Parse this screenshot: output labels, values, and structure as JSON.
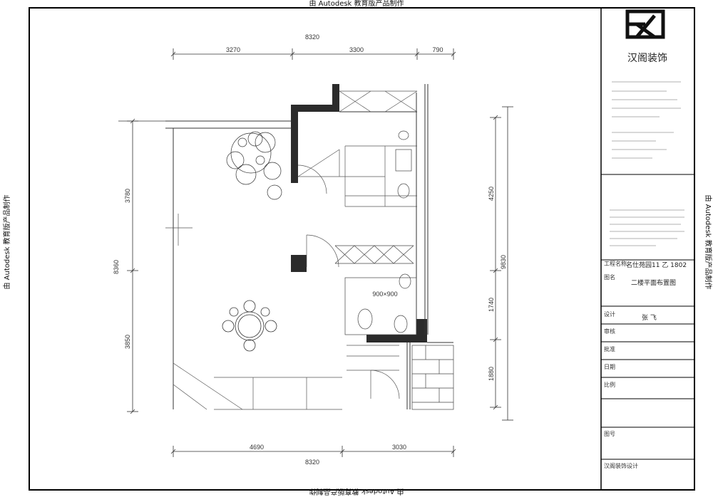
{
  "watermark": {
    "top": "由 Autodesk 教育版产品制作",
    "bottom": "由 Autodesk 教育版产品制作",
    "left": "由 Autodesk 教育版产品制作",
    "right": "由 Autodesk 教育版产品制作"
  },
  "dimensions": {
    "top_total": "8320",
    "top_segments": [
      "3270",
      "3300",
      "790"
    ],
    "bottom_total": "8320",
    "bottom_segments": [
      "4690",
      "3030"
    ],
    "left_total": "8360",
    "left_segments": [
      "3780",
      "3850"
    ],
    "right_total": "9830",
    "right_segments": [
      "4250",
      "1740",
      "1880"
    ]
  },
  "room_labels": {
    "bath_size": "900×900"
  },
  "title_block": {
    "company_name": "汉阁装饰",
    "project_label": "工程名称",
    "project_value": "名仕苑园11 乙 1802",
    "drawing_label": "图名",
    "drawing_value": "二楼平面布置图",
    "designer_label": "设计",
    "designer_value": "张 飞",
    "check_label": "审核",
    "approve_label": "批准",
    "date_label": "日期",
    "scale_label": "比例",
    "sheet_label": "图号",
    "footer_label": "汉阁装饰设计"
  },
  "colors": {
    "wall": "#2b2b2b",
    "line": "#333333",
    "frame": "#000000"
  }
}
